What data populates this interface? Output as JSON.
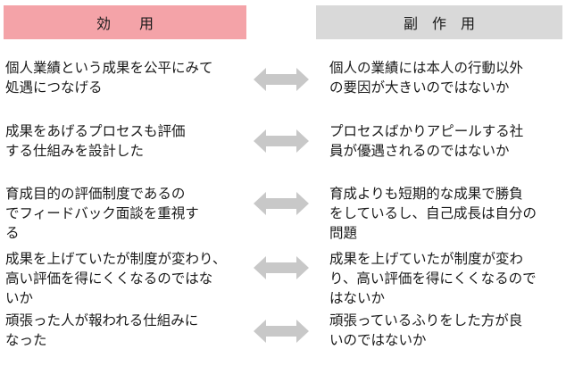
{
  "headers": {
    "left": "効　　用",
    "right": "副　作　用"
  },
  "rows": [
    {
      "effect": "個人業績という成果を公平にみて\n処遇につなげる",
      "side_effect": "個人の業績には本人の行動以外\nの要因が大きいのではないか"
    },
    {
      "effect": "成果をあげるプロセスも評価\nする仕組みを設計した",
      "side_effect": "プロセスばかりアピールする社\n員が優遇されるのではないか"
    },
    {
      "effect": "育成目的の評価制度であるの\nでフィードバック面談を重視す\nる",
      "side_effect": "育成よりも短期的な成果で勝負\nをしているし、自己成長は自分の\n問題"
    },
    {
      "effect": "成果を上げていたが制度が変わり、\n高い評価を得にくくなるのではな\nいか",
      "side_effect": "成果を上げていたが制度が変わ\nり、高い評価を得にくくなるので\nはないか"
    },
    {
      "effect": "頑張った人が報われる仕組みに\nなった",
      "side_effect": "頑張っているふりをした方が良\nいのではないか"
    }
  ],
  "colors": {
    "effect_header": "#f4a3a8",
    "side_effect_header": "#d9d9d9",
    "arrow": "#c8c8c8"
  },
  "icons": {
    "connector": "double-arrow-icon"
  }
}
